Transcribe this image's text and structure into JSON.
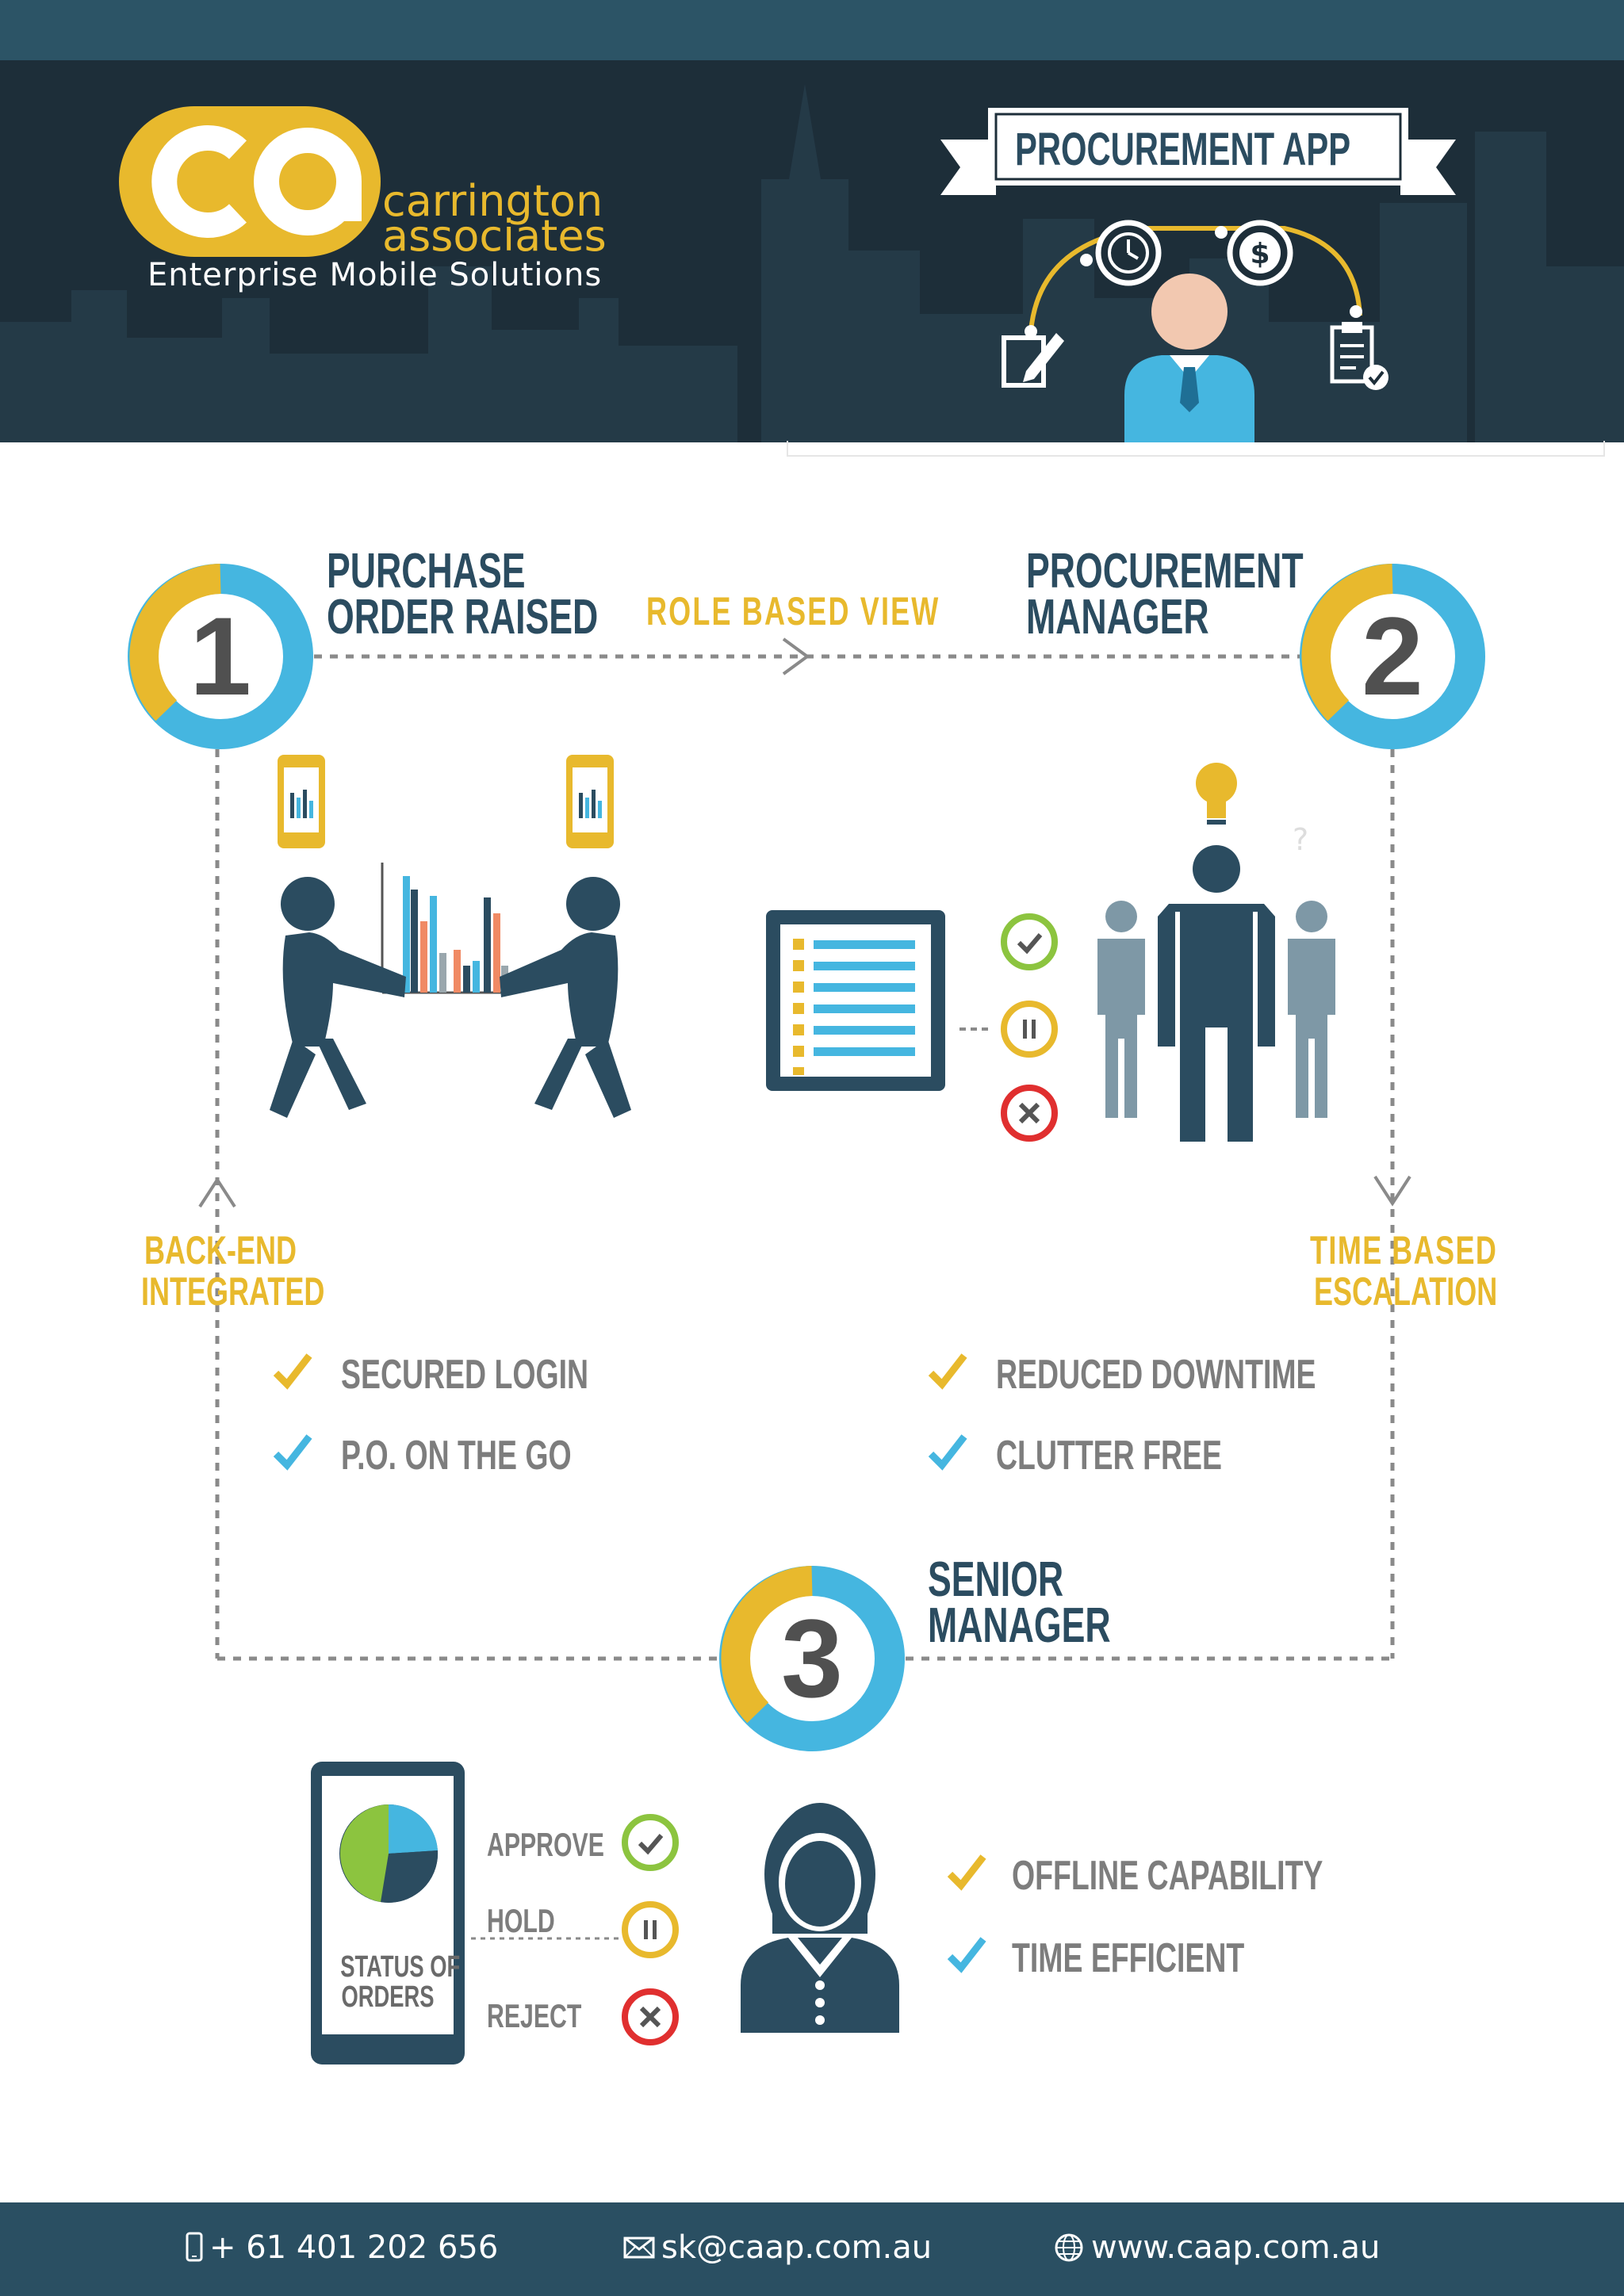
{
  "header": {
    "logo_mark": "CA",
    "company_line1": "carrington",
    "company_line2": "associates",
    "tagline": "Enterprise Mobile Solutions",
    "banner_title": "PROCUREMENT APP"
  },
  "flow": {
    "arrow_role_label": "ROLE BASED VIEW",
    "arrow_backend_label": [
      "BACK-END",
      "INTEGRATED"
    ],
    "arrow_time_label": [
      "TIME BASED",
      "ESCALATION"
    ]
  },
  "steps": [
    {
      "number": "1",
      "title": [
        "PURCHASE",
        "ORDER RAISED"
      ]
    },
    {
      "number": "2",
      "title": [
        "PROCUREMENT",
        "MANAGER"
      ]
    },
    {
      "number": "3",
      "title": [
        "SENIOR",
        "MANAGER"
      ]
    }
  ],
  "features_left": [
    "SECURED LOGIN",
    "P.O. ON THE GO"
  ],
  "features_right": [
    "REDUCED DOWNTIME",
    "CLUTTER FREE"
  ],
  "features_bottom": [
    "OFFLINE CAPABILITY",
    "TIME EFFICIENT"
  ],
  "status_phone": {
    "caption": [
      "STATUS OF",
      "ORDERS"
    ],
    "approve": "APPROVE",
    "hold": "HOLD",
    "reject": "REJECT"
  },
  "footer": {
    "phone": "+ 61 401 202 656",
    "email": "sk@caap.com.au",
    "website": "www.caap.com.au"
  },
  "colors": {
    "navy": "#2b4c60",
    "gold": "#e8b92d",
    "blue": "#45b6e0",
    "grey_text": "#7d7d7d",
    "approve_green": "#8cc43f",
    "reject_red": "#e02f2f",
    "header_bg": "#1d2e39"
  },
  "icons": [
    "pencil-icon",
    "clock-icon",
    "dollar-icon",
    "checklist-icon",
    "lightbulb-icon",
    "check-icon",
    "pause-icon",
    "close-icon",
    "phone-icon",
    "mail-icon",
    "globe-icon"
  ]
}
